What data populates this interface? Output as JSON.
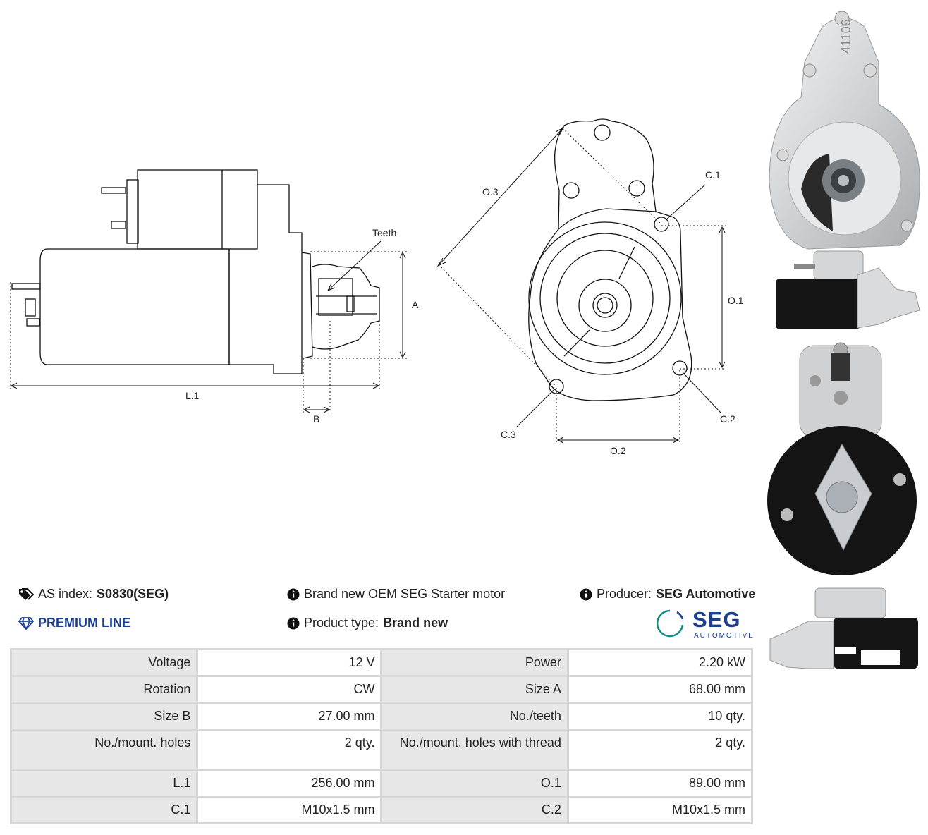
{
  "drawing": {
    "labels": {
      "teeth": "Teeth",
      "A": "A",
      "B": "B",
      "L1": "L.1",
      "O1": "O.1",
      "O2": "O.2",
      "O3": "O.3",
      "C1": "C.1",
      "C2": "C.2",
      "C3": "C.3"
    },
    "housing_stamp": "41106"
  },
  "info": {
    "as_index_label": "AS index:",
    "as_index_value": "S0830(SEG)",
    "premium_line": "PREMIUM LINE",
    "description": "Brand new OEM SEG Starter motor",
    "product_type_label": "Product type:",
    "product_type_value": "Brand new",
    "producer_label": "Producer:",
    "producer_value": "SEG Automotive"
  },
  "logo": {
    "wordmark": "SEG",
    "sub": "AUTOMOTIVE",
    "color": "#1b3f8f",
    "accent": "#0e8f7e"
  },
  "specs": [
    {
      "l1": "Voltage",
      "v1": "12 V",
      "l2": "Power",
      "v2": "2.20 kW"
    },
    {
      "l1": "Rotation",
      "v1": "CW",
      "l2": "Size A",
      "v2": "68.00 mm"
    },
    {
      "l1": "Size B",
      "v1": "27.00 mm",
      "l2": "No./teeth",
      "v2": "10 qty."
    },
    {
      "l1": "No./mount. holes",
      "v1": "2 qty.",
      "l2": "No./mount. holes with thread",
      "v2": "2 qty."
    },
    {
      "l1": "L.1",
      "v1": "256.00 mm",
      "l2": "O.1",
      "v2": "89.00 mm"
    },
    {
      "l1": "C.1",
      "v1": "M10x1.5 mm",
      "l2": "C.2",
      "v2": "M10x1.5 mm"
    }
  ],
  "icons": [
    "tag-icon",
    "diamond-icon",
    "info-icon"
  ]
}
